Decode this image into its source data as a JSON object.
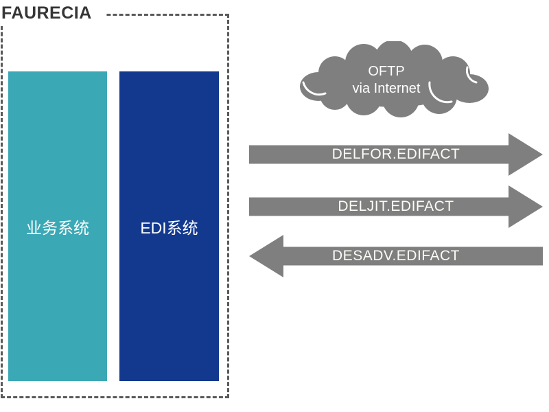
{
  "company": {
    "name": "FAURECIA"
  },
  "systems": {
    "business_label": "业务系统",
    "edi_label": "EDI系统"
  },
  "cloud": {
    "line1": "OFTP",
    "line2": "via Internet"
  },
  "arrows": [
    {
      "label": "DELFOR.EDIFACT",
      "direction": "right"
    },
    {
      "label": "DELJIT.EDIFACT",
      "direction": "right"
    },
    {
      "label": "DESADV.EDIFACT",
      "direction": "left"
    }
  ],
  "colors": {
    "business_box": "#3BA8B5",
    "edi_box": "#13398F",
    "arrow_gray": "#7F7F7F",
    "cloud_gray": "#7F7F7F",
    "dashed_border": "#595959",
    "company_text": "#363636",
    "label_text": "#FFFFFF"
  }
}
